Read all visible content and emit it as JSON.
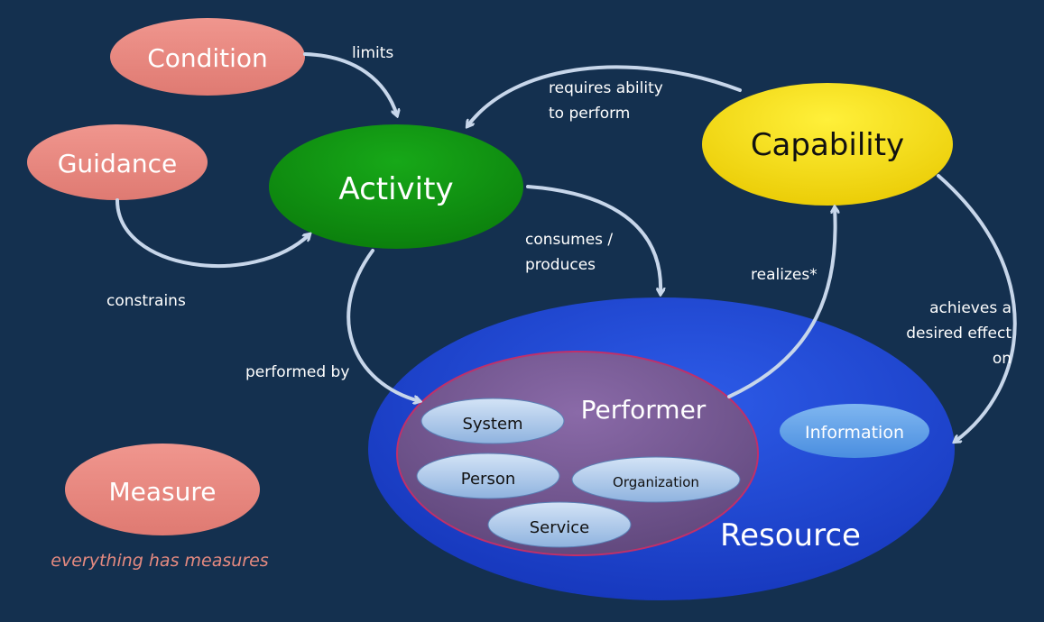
{
  "colors": {
    "background": "#14304f",
    "salmon_node": "#e9847c",
    "activity_green": "#0e8f10",
    "capability_yellow": "#f2d800",
    "resource_blue": "#1f3fc9",
    "performer_purple": "#6f4f8a",
    "small_node_blue": "#a8c6ea",
    "information_blue": "#5b9ee6",
    "arrow": "#c7d6ea",
    "footnote": "#e58a80"
  },
  "nodes": {
    "condition": "Condition",
    "guidance": "Guidance",
    "activity": "Activity",
    "capability": "Capability",
    "measure": "Measure",
    "resource": "Resource",
    "performer": "Performer",
    "system": "System",
    "person": "Person",
    "organization": "Organization",
    "service": "Service",
    "information": "Information"
  },
  "edges": {
    "limits": "limits",
    "requires_line1": "requires ability",
    "requires_line2": "to perform",
    "consumes_line1": "consumes /",
    "consumes_line2": "produces",
    "constrains": "constrains",
    "performed_by": "performed by",
    "realizes": "realizes*",
    "achieves_line1": "achieves a",
    "achieves_line2": "desired effect",
    "achieves_line3": "on"
  },
  "footnote": "everything has measures"
}
